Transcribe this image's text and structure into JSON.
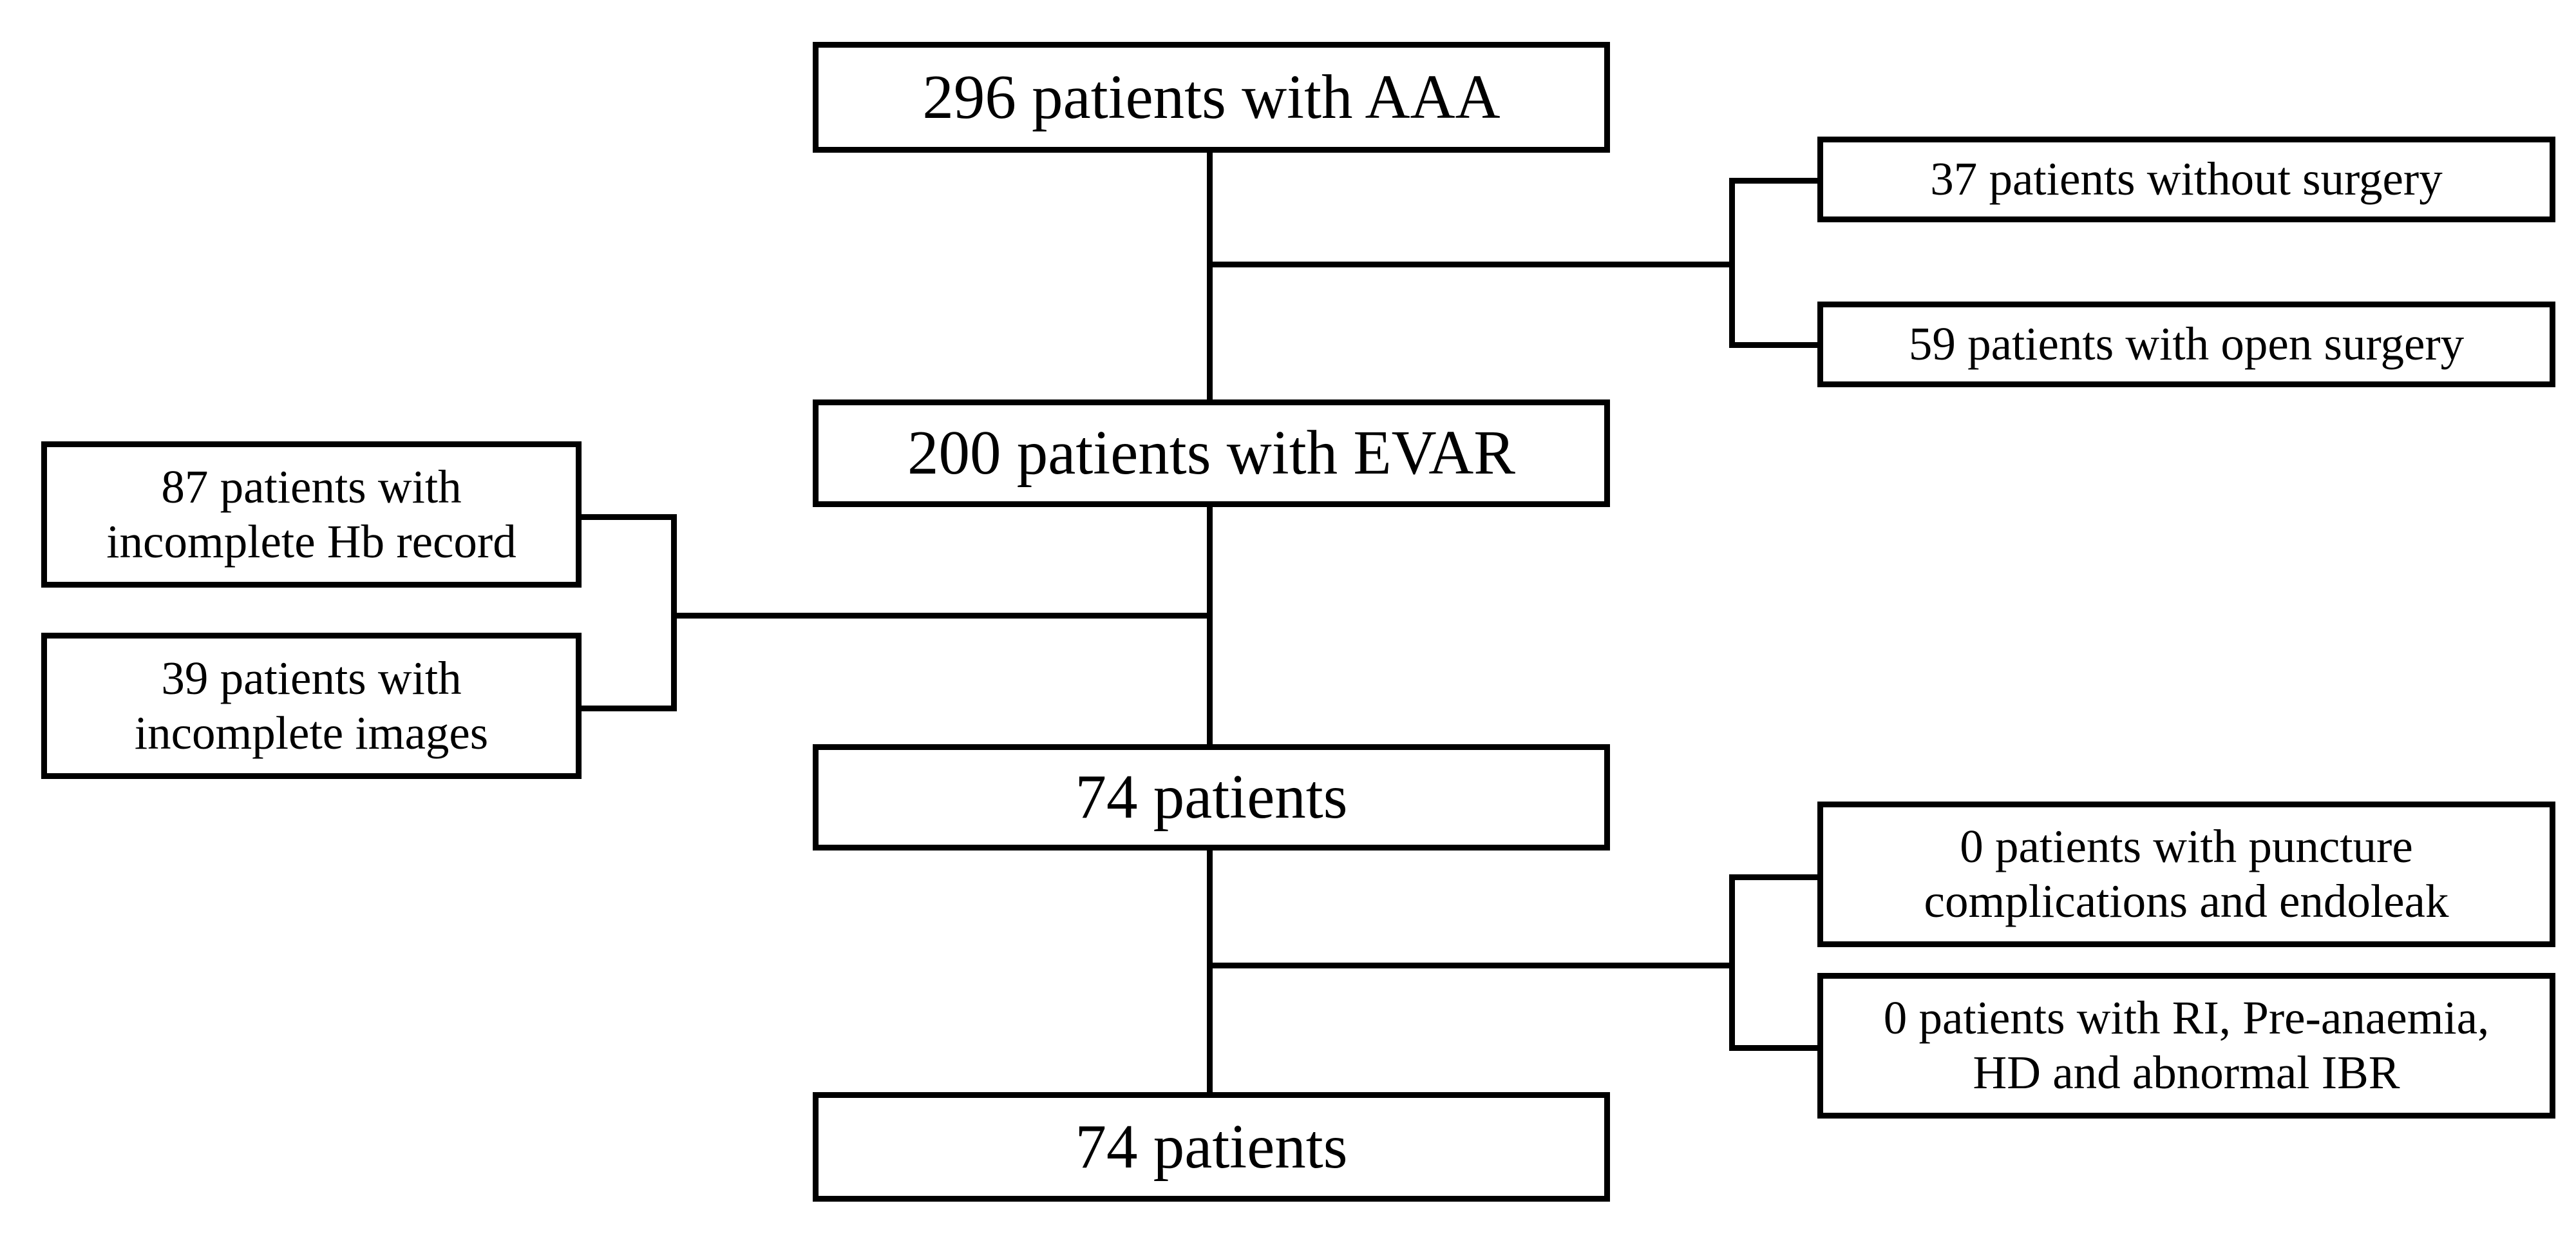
{
  "diagram": {
    "title": "EVAR patient selection flowchart",
    "type": "flowchart",
    "stroke_color": "#000000",
    "background_color": "#ffffff",
    "nodes": {
      "root": {
        "text": "296 patients with AAA",
        "count": 296
      },
      "evar": {
        "text": "200 patients with EVAR",
        "count": 200
      },
      "stage3": {
        "text": "74 patients",
        "count": 74
      },
      "final": {
        "text": "74 patients",
        "count": 74
      },
      "excl_no_surgery": {
        "text": "37 patients without surgery",
        "count": 37
      },
      "excl_open_surgery": {
        "text": "59 patients with open surgery",
        "count": 59
      },
      "excl_hb_line1": {
        "text": "87 patients with",
        "count": 87
      },
      "excl_hb_line2": {
        "text": "incomplete Hb record"
      },
      "excl_images_line1": {
        "text": "39 patients with",
        "count": 39
      },
      "excl_images_line2": {
        "text": "incomplete images"
      },
      "excl_puncture_line1": {
        "text": "0 patients with puncture",
        "count": 0
      },
      "excl_puncture_line2": {
        "text": "complications and endoleak"
      },
      "excl_ri_line1": {
        "text": "0 patients with RI, Pre-anaemia,",
        "count": 0
      },
      "excl_ri_line2": {
        "text": "HD and abnormal IBR"
      }
    }
  }
}
